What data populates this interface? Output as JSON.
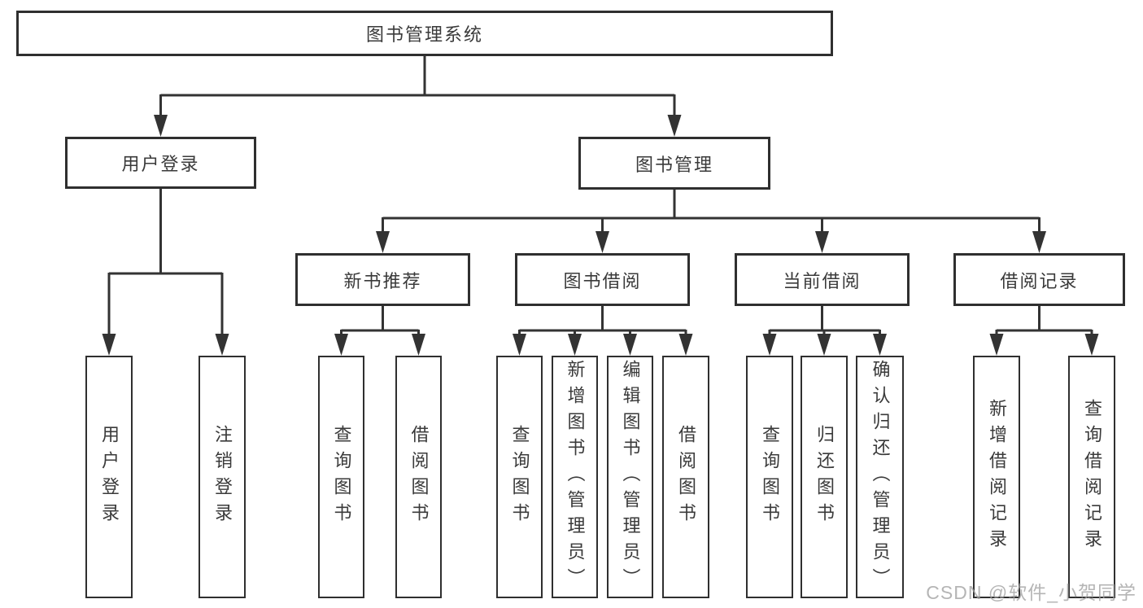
{
  "diagram": {
    "root": {
      "label": "图书管理系统"
    },
    "level2": [
      {
        "label": "用户登录"
      },
      {
        "label": "图书管理"
      }
    ],
    "level3": [
      {
        "label": "新书推荐"
      },
      {
        "label": "图书借阅"
      },
      {
        "label": "当前借阅"
      },
      {
        "label": "借阅记录"
      }
    ],
    "leaves": {
      "user_login": [
        {
          "label": "用户登录"
        },
        {
          "label": "注销登录"
        }
      ],
      "new_book": [
        {
          "label": "查询图书"
        },
        {
          "label": "借阅图书"
        }
      ],
      "book_borrow": [
        {
          "label": "查询图书"
        },
        {
          "label": "新增图书（管理员）"
        },
        {
          "label": "编辑图书（管理员）"
        },
        {
          "label": "借阅图书"
        }
      ],
      "current_borrow": [
        {
          "label": "查询图书"
        },
        {
          "label": "归还图书"
        },
        {
          "label": "确认归还（管理员）"
        }
      ],
      "borrow_records": [
        {
          "label": "新增借阅记录"
        },
        {
          "label": "查询借阅记录"
        }
      ]
    },
    "watermark": {
      "text": "CSDN @软件_小贺同学"
    },
    "colors": {
      "line": "#333333",
      "box_border": "#2f2f2f",
      "text": "#3a3a3a",
      "background": "#ffffff",
      "watermark": "#a0a0a0"
    }
  }
}
